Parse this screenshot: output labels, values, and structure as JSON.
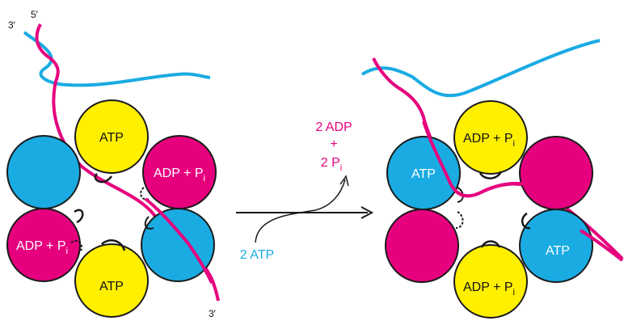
{
  "colors": {
    "cyan": "#1aabe3",
    "magenta": "#e6007e",
    "yellow": "#fff000",
    "outline": "#1a1a1a",
    "text_dark": "#111111",
    "text_light": "#ffffff"
  },
  "strand_labels": {
    "left_3prime_top": "3′",
    "left_5prime_top": "5′",
    "left_3prime_bottom": "3′"
  },
  "left_complex": {
    "top_right_nucleotide": "ATP",
    "right_nucleotide_main": "ADP + P",
    "right_nucleotide_sub": "i",
    "left_nucleotide_main": "ADP + P",
    "left_nucleotide_sub": "i",
    "bottom_nucleotide": "ATP"
  },
  "reaction": {
    "released_line1": "2 ADP",
    "released_line2": "+",
    "released_line3_main": "2 P",
    "released_line3_sub": "i",
    "consumed": "2 ATP"
  },
  "right_complex": {
    "top_nucleotide_main": "ADP + P",
    "top_nucleotide_sub": "i",
    "left_nucleotide": "ATP",
    "right_nucleotide": "ATP",
    "bottom_nucleotide_main": "ADP + P",
    "bottom_nucleotide_sub": "i"
  }
}
